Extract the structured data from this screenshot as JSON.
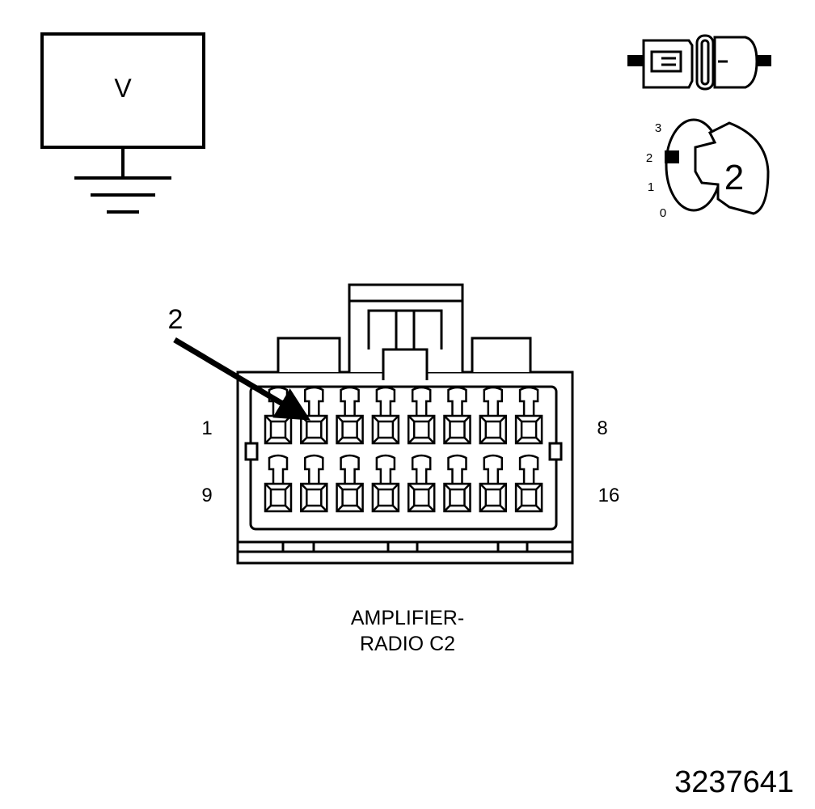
{
  "voltmeter": {
    "symbol": "V"
  },
  "ignition": {
    "positions": [
      "3",
      "2",
      "1",
      "0"
    ],
    "key_position": "2"
  },
  "connector": {
    "row1_start": "1",
    "row1_end": "8",
    "row2_start": "9",
    "row2_end": "16",
    "pointer_label": "2",
    "pointer_target_cavity": 2,
    "caption_lines": [
      "AMPLIFIER-",
      "RADIO C2"
    ]
  },
  "figure_id": "3237641"
}
